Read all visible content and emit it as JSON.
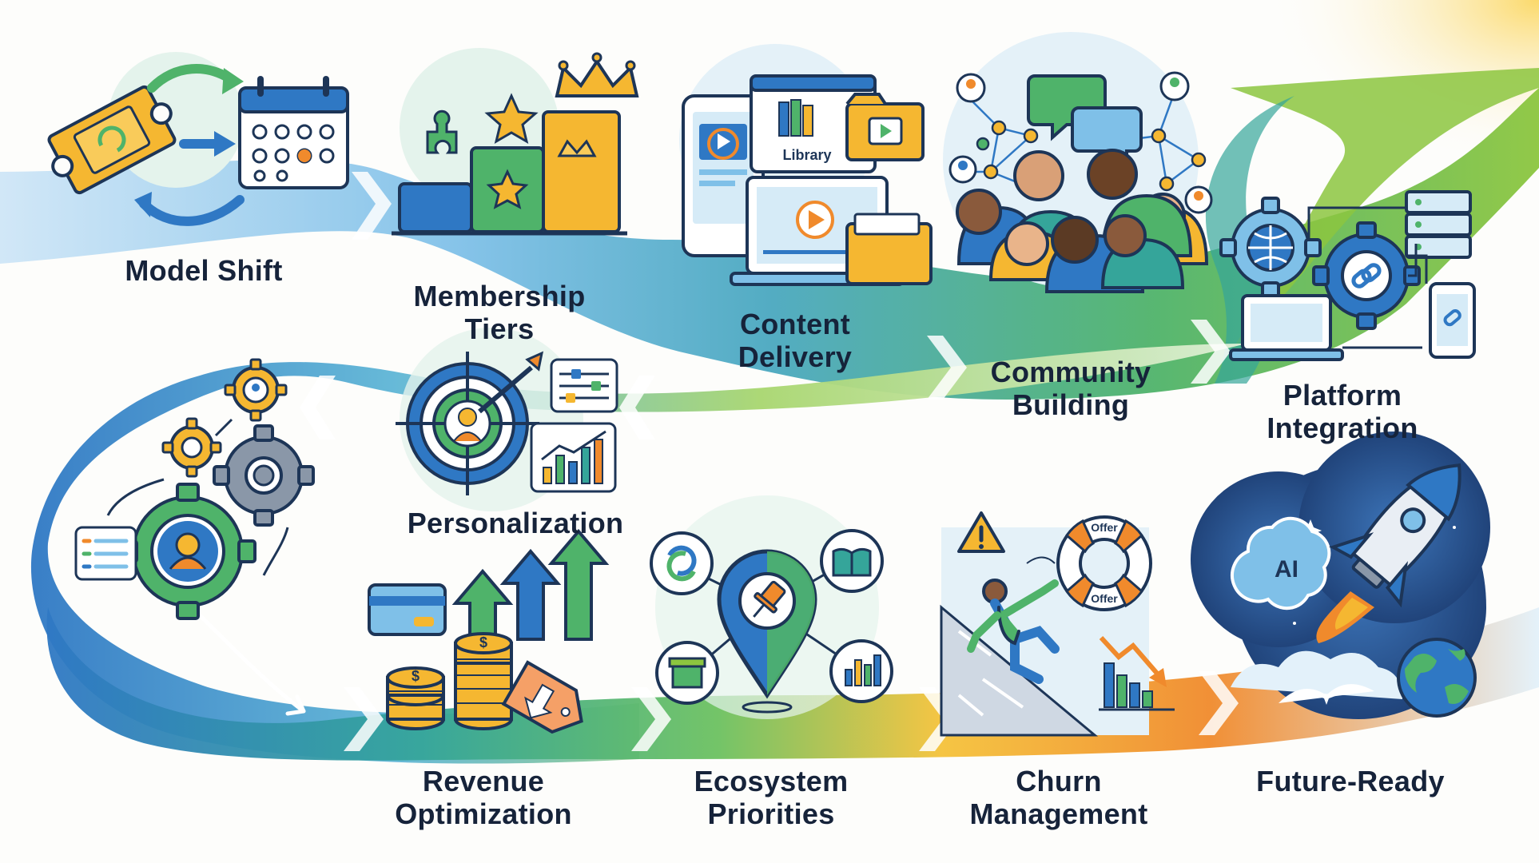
{
  "stages": [
    {
      "id": "model-shift",
      "lines": [
        "Model Shift"
      ]
    },
    {
      "id": "membership-tiers",
      "lines": [
        "Membership",
        "Tiers"
      ]
    },
    {
      "id": "content-delivery",
      "lines": [
        "Content",
        "Delivery"
      ],
      "icon_text": "Library"
    },
    {
      "id": "community-building",
      "lines": [
        "Community",
        "Building"
      ]
    },
    {
      "id": "platform-integration",
      "lines": [
        "Platform",
        "Integration"
      ]
    },
    {
      "id": "personalization",
      "lines": [
        "Personalization"
      ]
    },
    {
      "id": "revenue-optimization",
      "lines": [
        "Revenue",
        "Optimization"
      ]
    },
    {
      "id": "ecosystem-priorities",
      "lines": [
        "Ecosystem",
        "Priorities"
      ]
    },
    {
      "id": "churn-management",
      "lines": [
        "Churn",
        "Management"
      ],
      "icon_text": [
        "Offer",
        "Offer"
      ]
    },
    {
      "id": "future-ready",
      "lines": [
        "Future-Ready"
      ],
      "icon_text": "AI"
    }
  ],
  "colors": {
    "navy": "#1d3557",
    "blue": "#2f78c4",
    "teal": "#35a59a",
    "green": "#4fb36a",
    "lime": "#8cc63f",
    "yellow": "#f5b731",
    "orange": "#f08a2c",
    "text": "#16233a"
  }
}
